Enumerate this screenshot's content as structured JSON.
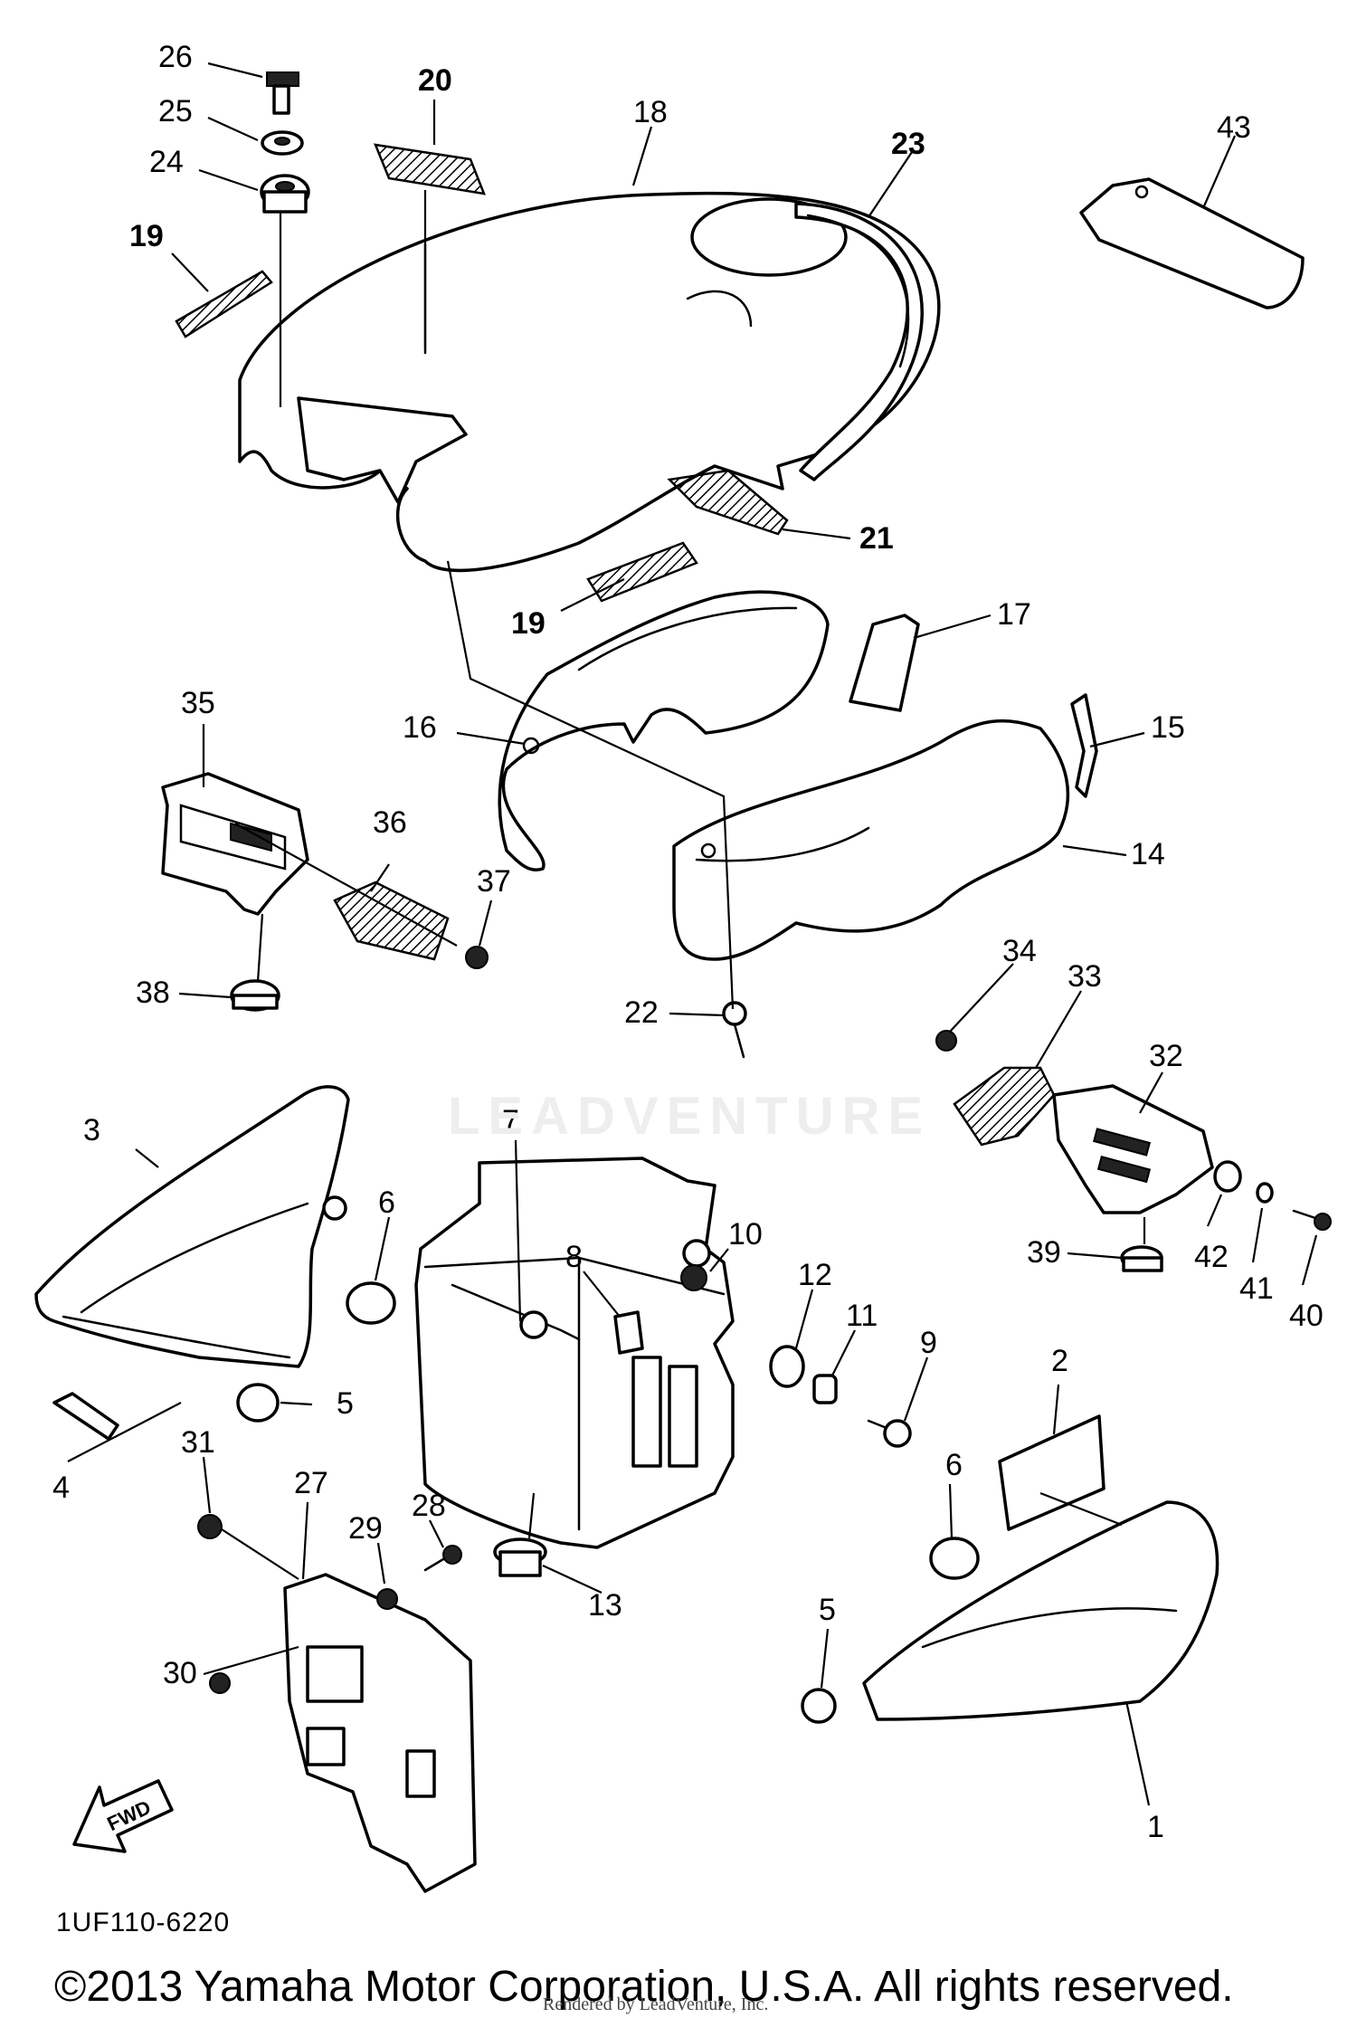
{
  "callouts": [
    {
      "id": "c1",
      "text": "1"
    },
    {
      "id": "c2",
      "text": "2"
    },
    {
      "id": "c3",
      "text": "3"
    },
    {
      "id": "c4",
      "text": "4"
    },
    {
      "id": "c5a",
      "text": "5"
    },
    {
      "id": "c5b",
      "text": "5"
    },
    {
      "id": "c6a",
      "text": "6"
    },
    {
      "id": "c6b",
      "text": "6"
    },
    {
      "id": "c7",
      "text": "7"
    },
    {
      "id": "c8",
      "text": "8"
    },
    {
      "id": "c9",
      "text": "9"
    },
    {
      "id": "c10",
      "text": "10"
    },
    {
      "id": "c11",
      "text": "11"
    },
    {
      "id": "c12",
      "text": "12"
    },
    {
      "id": "c13",
      "text": "13"
    },
    {
      "id": "c14",
      "text": "14"
    },
    {
      "id": "c15",
      "text": "15"
    },
    {
      "id": "c16",
      "text": "16"
    },
    {
      "id": "c17",
      "text": "17"
    },
    {
      "id": "c18",
      "text": "18"
    },
    {
      "id": "c19a",
      "text": "19"
    },
    {
      "id": "c19b",
      "text": "19"
    },
    {
      "id": "c20",
      "text": "20"
    },
    {
      "id": "c21",
      "text": "21"
    },
    {
      "id": "c22",
      "text": "22"
    },
    {
      "id": "c23",
      "text": "23"
    },
    {
      "id": "c24",
      "text": "24"
    },
    {
      "id": "c25",
      "text": "25"
    },
    {
      "id": "c26",
      "text": "26"
    },
    {
      "id": "c27",
      "text": "27"
    },
    {
      "id": "c28",
      "text": "28"
    },
    {
      "id": "c29",
      "text": "29"
    },
    {
      "id": "c30",
      "text": "30"
    },
    {
      "id": "c31",
      "text": "31"
    },
    {
      "id": "c32",
      "text": "32"
    },
    {
      "id": "c33",
      "text": "33"
    },
    {
      "id": "c34",
      "text": "34"
    },
    {
      "id": "c35",
      "text": "35"
    },
    {
      "id": "c36",
      "text": "36"
    },
    {
      "id": "c37",
      "text": "37"
    },
    {
      "id": "c38",
      "text": "38"
    },
    {
      "id": "c39",
      "text": "39"
    },
    {
      "id": "c40",
      "text": "40"
    },
    {
      "id": "c41",
      "text": "41"
    },
    {
      "id": "c42",
      "text": "42"
    },
    {
      "id": "c43",
      "text": "43"
    }
  ],
  "labels": {
    "fwd_arrow": "FWD",
    "diagram_code": "1UF110-6220",
    "watermark": "LEADVENTURE",
    "copyright": "©2013 Yamaha Motor Corporation, U.S.A. All rights reserved.",
    "footer_overlay": "Rendered by LeadVenture, Inc."
  },
  "colors": {
    "line": "#000000",
    "background": "#ffffff",
    "watermark": "#eeeeee"
  }
}
